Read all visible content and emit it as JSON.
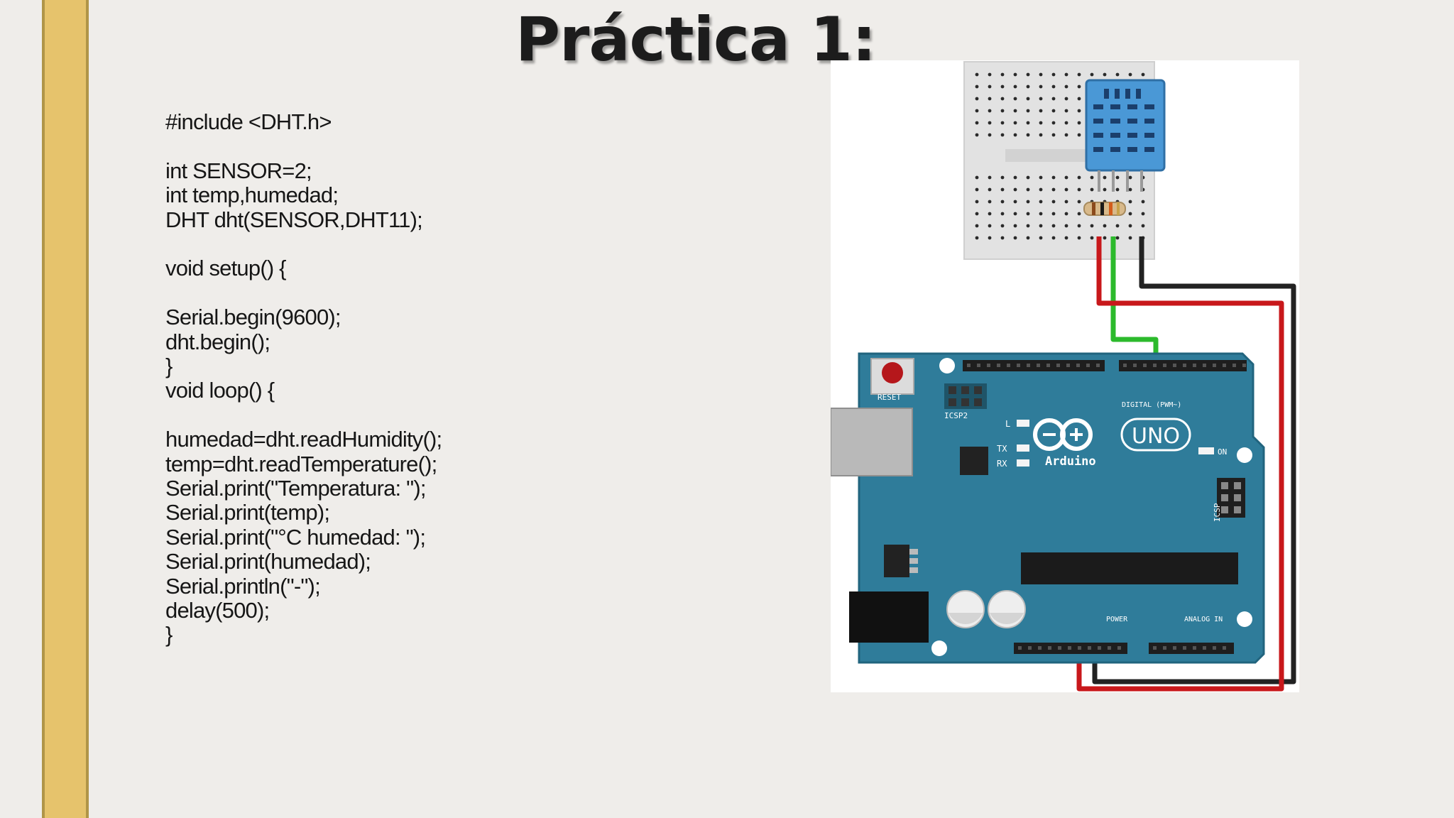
{
  "slide": {
    "title": "Práctica 1:"
  },
  "code": {
    "lines": [
      "#include <DHT.h>",
      "",
      "int SENSOR=2;",
      "int temp,humedad;",
      "DHT dht(SENSOR,DHT11);",
      "",
      "void setup() {",
      "",
      "Serial.begin(9600);",
      "dht.begin();",
      "}",
      "void loop() {",
      "",
      "humedad=dht.readHumidity();",
      "temp=dht.readTemperature();",
      "Serial.print(\"Temperatura: \");",
      "Serial.print(temp);",
      "Serial.print(\"°C humedad: \");",
      "Serial.print(humedad);",
      "Serial.println(\"-\");",
      "delay(500);",
      "}"
    ]
  },
  "diagram": {
    "reset_label": "RESET",
    "icsp2_label": "ICSP2",
    "icsp_label": "ICSP",
    "digital_label": "DIGITAL (PWM~)",
    "l_label": "L",
    "tx_label": "TX",
    "rx_label": "RX",
    "uno_label": "UNO",
    "arduino_label": "Arduino",
    "on_label": "ON",
    "power_label": "POWER",
    "analog_label": "ANALOG IN",
    "colors": {
      "board": "#2f7c9a",
      "wire_red": "#c8181b",
      "wire_green": "#2cba2c",
      "wire_black": "#222222",
      "sensor": "#4a98d6"
    }
  }
}
